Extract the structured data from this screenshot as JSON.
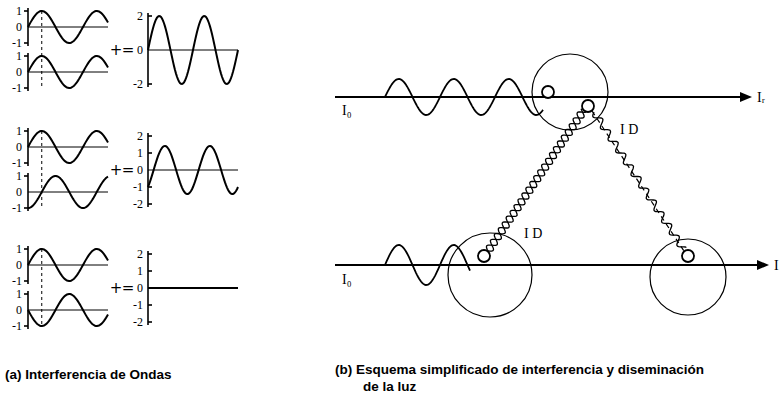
{
  "diagram": {
    "labels": [
      "1",
      "0",
      "-1",
      "1",
      "0",
      "-1",
      "+",
      "=",
      "2",
      "0",
      "-2",
      "1",
      "0",
      "-1",
      "1",
      "0",
      "-1",
      "+",
      "=",
      "2",
      "1",
      "0",
      "-1",
      "-2",
      "1",
      "0",
      "-1",
      "1",
      "0",
      "-1",
      "+",
      "=",
      "2",
      "1",
      "0",
      "-1",
      "-2",
      "I₀",
      "Iᵣ",
      "I D",
      "I D",
      "I₀",
      "I",
      "(a) Interferencia de Ondas",
      "(b) Esquema simplificado de interferencia y diseminación de la luz"
    ]
  }
}
